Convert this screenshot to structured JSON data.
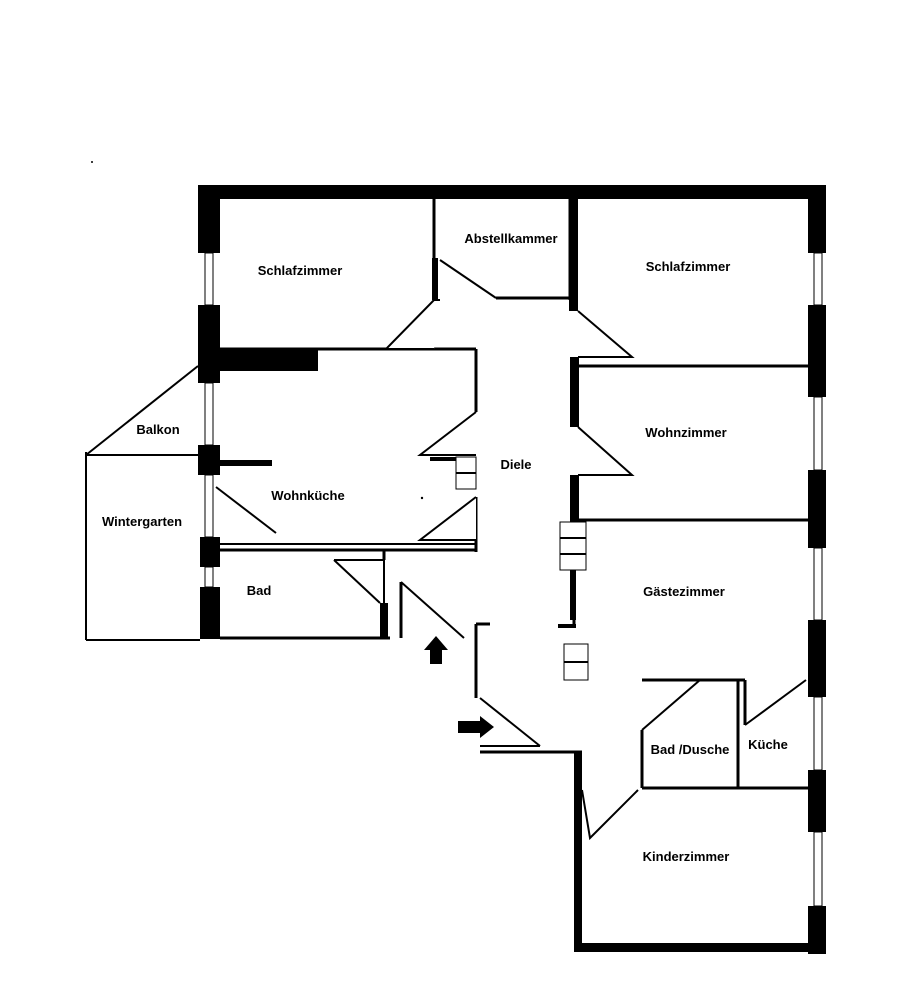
{
  "rooms": {
    "schlafzimmer_left": "Schlafzimmer",
    "abstellkammer": "Abstellkammer",
    "schlafzimmer_right": "Schlafzimmer",
    "balkon": "Balkon",
    "wohnzimmer": "Wohnzimmer",
    "diele": "Diele",
    "wohnkueche": "Wohnküche",
    "wintergarten": "Wintergarten",
    "gaestezimmer": "Gästezimmer",
    "bad": "Bad",
    "bad_dusche": "Bad /Dusche",
    "kueche": "Küche",
    "kinderzimmer": "Kinderzimmer"
  },
  "entrance_arrows": [
    "up-arrow-icon",
    "right-arrow-icon"
  ]
}
